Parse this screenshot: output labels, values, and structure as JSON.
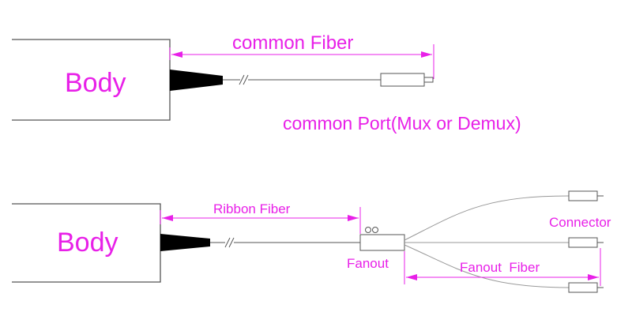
{
  "colors": {
    "line": "#555555",
    "label": "#e820e8",
    "dimension": "#e820e8",
    "boot": "#000000"
  },
  "top": {
    "body_label": "Body",
    "dimension_label": "common Fiber",
    "port_label": "common Port(Mux or Demux)"
  },
  "bottom": {
    "body_label": "Body",
    "ribbon_label": "Ribbon Fiber",
    "fanout_label": "Fanout",
    "connector_label": "Connector",
    "fanout_fiber_label": "Fanout  Fiber"
  }
}
